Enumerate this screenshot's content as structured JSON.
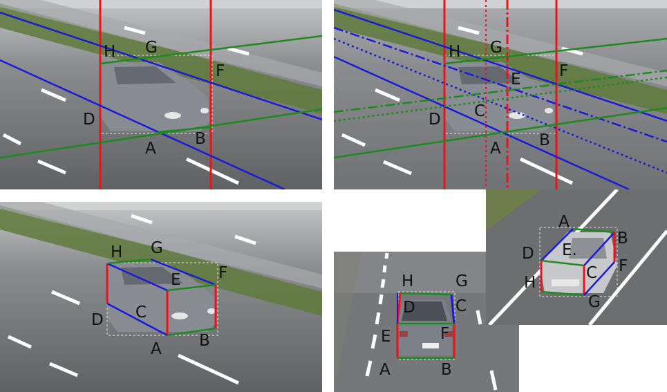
{
  "colors": {
    "vertical_line": "#e8141c",
    "vanishing_line_blue": "#1a1ad6",
    "vanishing_line_green": "#1c8a1c",
    "bbox_dashed": "#e8e8e8",
    "road": "#6e7072",
    "road_far": "#b9bbbd",
    "grass": "#5d7a3a",
    "car_body": "#8b8f96"
  },
  "panels": {
    "top_left": {
      "labels": {
        "H": "H",
        "G": "G",
        "F": "F",
        "D": "D",
        "A": "A",
        "B": "B"
      }
    },
    "top_right": {
      "labels": {
        "H": "H",
        "G": "G",
        "F": "F",
        "E": "E",
        "C": "C",
        "D": "D",
        "A": "A",
        "B": "B"
      }
    },
    "bottom_left": {
      "labels": {
        "H": "H",
        "G": "G",
        "F": "F",
        "E": "E",
        "C": "C",
        "D": "D",
        "A": "A",
        "B": "B"
      }
    },
    "bottom_mid": {
      "labels": {
        "H": "H",
        "G": "G",
        "D": "D",
        "C": "C",
        "E": "E",
        "F": "F",
        "A": "A",
        "B": "B"
      }
    },
    "bottom_right": {
      "labels": {
        "A": "A",
        "B": "B",
        "D": "D",
        "E": "E.",
        "C": "C",
        "F": "F",
        "H": "H",
        "G": "G"
      }
    }
  }
}
